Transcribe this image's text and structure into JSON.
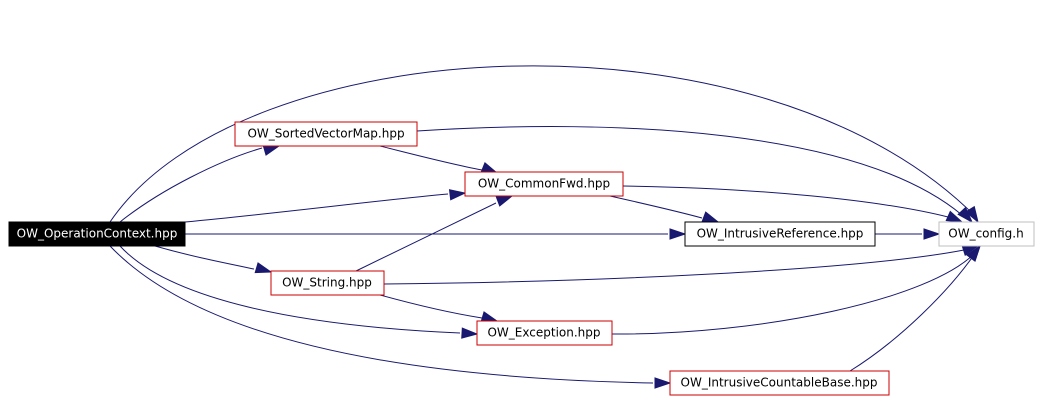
{
  "colors": {
    "edge": "#191970",
    "red_border": "#cc0000",
    "black_border": "#000000",
    "gray_border": "#bfbfbf",
    "root_fill": "#000000",
    "root_text": "#ffffff",
    "text": "#000000"
  },
  "nodes": [
    {
      "id": "op",
      "label": "OW_OperationContext.hpp",
      "style": "root"
    },
    {
      "id": "svm",
      "label": "OW_SortedVectorMap.hpp",
      "style": "red"
    },
    {
      "id": "cfwd",
      "label": "OW_CommonFwd.hpp",
      "style": "red"
    },
    {
      "id": "iref",
      "label": "OW_IntrusiveReference.hpp",
      "style": "black"
    },
    {
      "id": "cfg",
      "label": "OW_config.h",
      "style": "gray"
    },
    {
      "id": "str",
      "label": "OW_String.hpp",
      "style": "red"
    },
    {
      "id": "exc",
      "label": "OW_Exception.hpp",
      "style": "red"
    },
    {
      "id": "icb",
      "label": "OW_IntrusiveCountableBase.hpp",
      "style": "red"
    }
  ],
  "edges": [
    {
      "from": "op",
      "to": "cfg"
    },
    {
      "from": "op",
      "to": "svm"
    },
    {
      "from": "op",
      "to": "cfwd"
    },
    {
      "from": "op",
      "to": "iref"
    },
    {
      "from": "op",
      "to": "str"
    },
    {
      "from": "op",
      "to": "exc"
    },
    {
      "from": "op",
      "to": "icb"
    },
    {
      "from": "svm",
      "to": "cfwd"
    },
    {
      "from": "svm",
      "to": "cfg"
    },
    {
      "from": "cfwd",
      "to": "iref"
    },
    {
      "from": "cfwd",
      "to": "cfg"
    },
    {
      "from": "iref",
      "to": "cfg"
    },
    {
      "from": "str",
      "to": "cfwd"
    },
    {
      "from": "str",
      "to": "cfg"
    },
    {
      "from": "str",
      "to": "exc"
    },
    {
      "from": "exc",
      "to": "cfg"
    },
    {
      "from": "icb",
      "to": "cfg"
    }
  ]
}
